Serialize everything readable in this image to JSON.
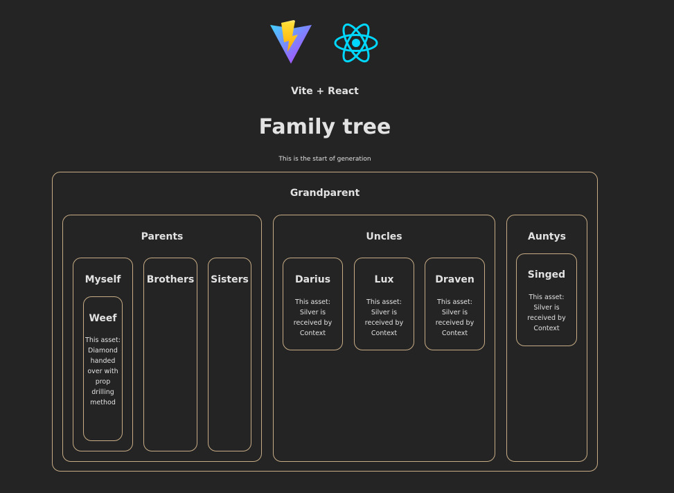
{
  "header": {
    "subtitle": "Vite + React",
    "title": "Family tree",
    "intro": "This is the start of generation"
  },
  "icons": {
    "vite": "vite-logo-icon",
    "react": "react-logo-icon"
  },
  "colors": {
    "background": "#242424",
    "border": "#c8ad86",
    "react": "#00d8ff"
  },
  "tree": {
    "grandparent": {
      "title": "Grandparent"
    },
    "parents": {
      "title": "Parents"
    },
    "myself": {
      "title": "Myself"
    },
    "weef": {
      "title": "Weef",
      "text": "This asset: Diamond handed over with prop drilling method"
    },
    "brothers": {
      "title": "Brothers"
    },
    "sisters": {
      "title": "Sisters"
    },
    "uncles": {
      "title": "Uncles"
    },
    "darius": {
      "title": "Darius",
      "text": "This asset: Silver is received by Context"
    },
    "lux": {
      "title": "Lux",
      "text": "This asset: Silver is received by Context"
    },
    "draven": {
      "title": "Draven",
      "text": "This asset: Silver is received by Context"
    },
    "auntys": {
      "title": "Auntys"
    },
    "singed": {
      "title": "Singed",
      "text": "This asset: Silver is received by Context"
    }
  }
}
